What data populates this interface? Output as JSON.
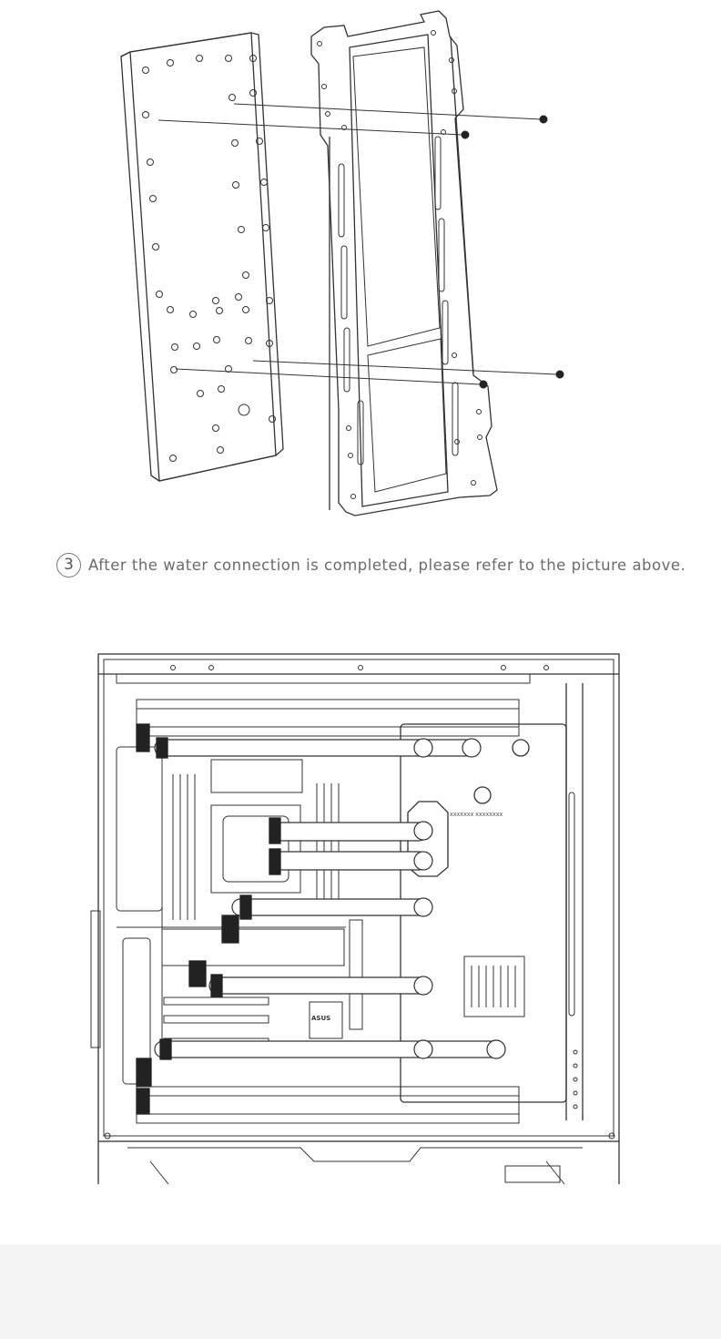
{
  "step": {
    "number": "3",
    "caption": "After the water connection is completed, please refer to the picture above."
  },
  "figure_top": {
    "parts": [
      "distribution-plate",
      "mounting-bracket",
      "screws"
    ]
  },
  "figure_bottom": {
    "block_label": "XXXXXXX XXXXXXXX",
    "motherboard_logo": "ASUS"
  },
  "colors": {
    "line": "#333333",
    "caption": "#6b6b6b",
    "footer": "#f4f4f5"
  }
}
